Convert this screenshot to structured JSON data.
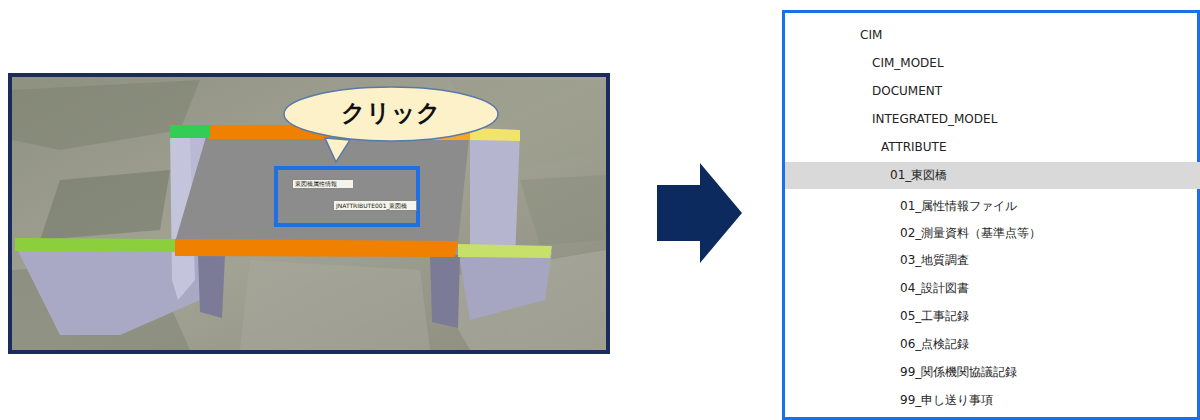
{
  "diagram": {
    "nodes": [
      {
        "text": [
          "クリック"
        ]
      },
      {
        "text": [
          "東図橋属性情報"
        ]
      },
      {
        "text": [
          "JNATTRIBUTE001_東図橋"
        ]
      },
      {
        "text": [
          "CIM",
          "CIM_MODEL",
          "DOCUMENT",
          "INTEGRATED_MODEL",
          "ATTRIBUTE",
          "01_属性情報ファイル",
          "02_測量資料（基準点等）",
          "03_地質調査",
          "04_設計図書",
          "05_工事記録",
          "06_点検記録",
          "99_関係機関協議記録",
          "99_申し送り事項"
        ]
      },
      {
        "text": [
          "01_東図橋"
        ],
        "in": 3
      }
    ]
  }
}
